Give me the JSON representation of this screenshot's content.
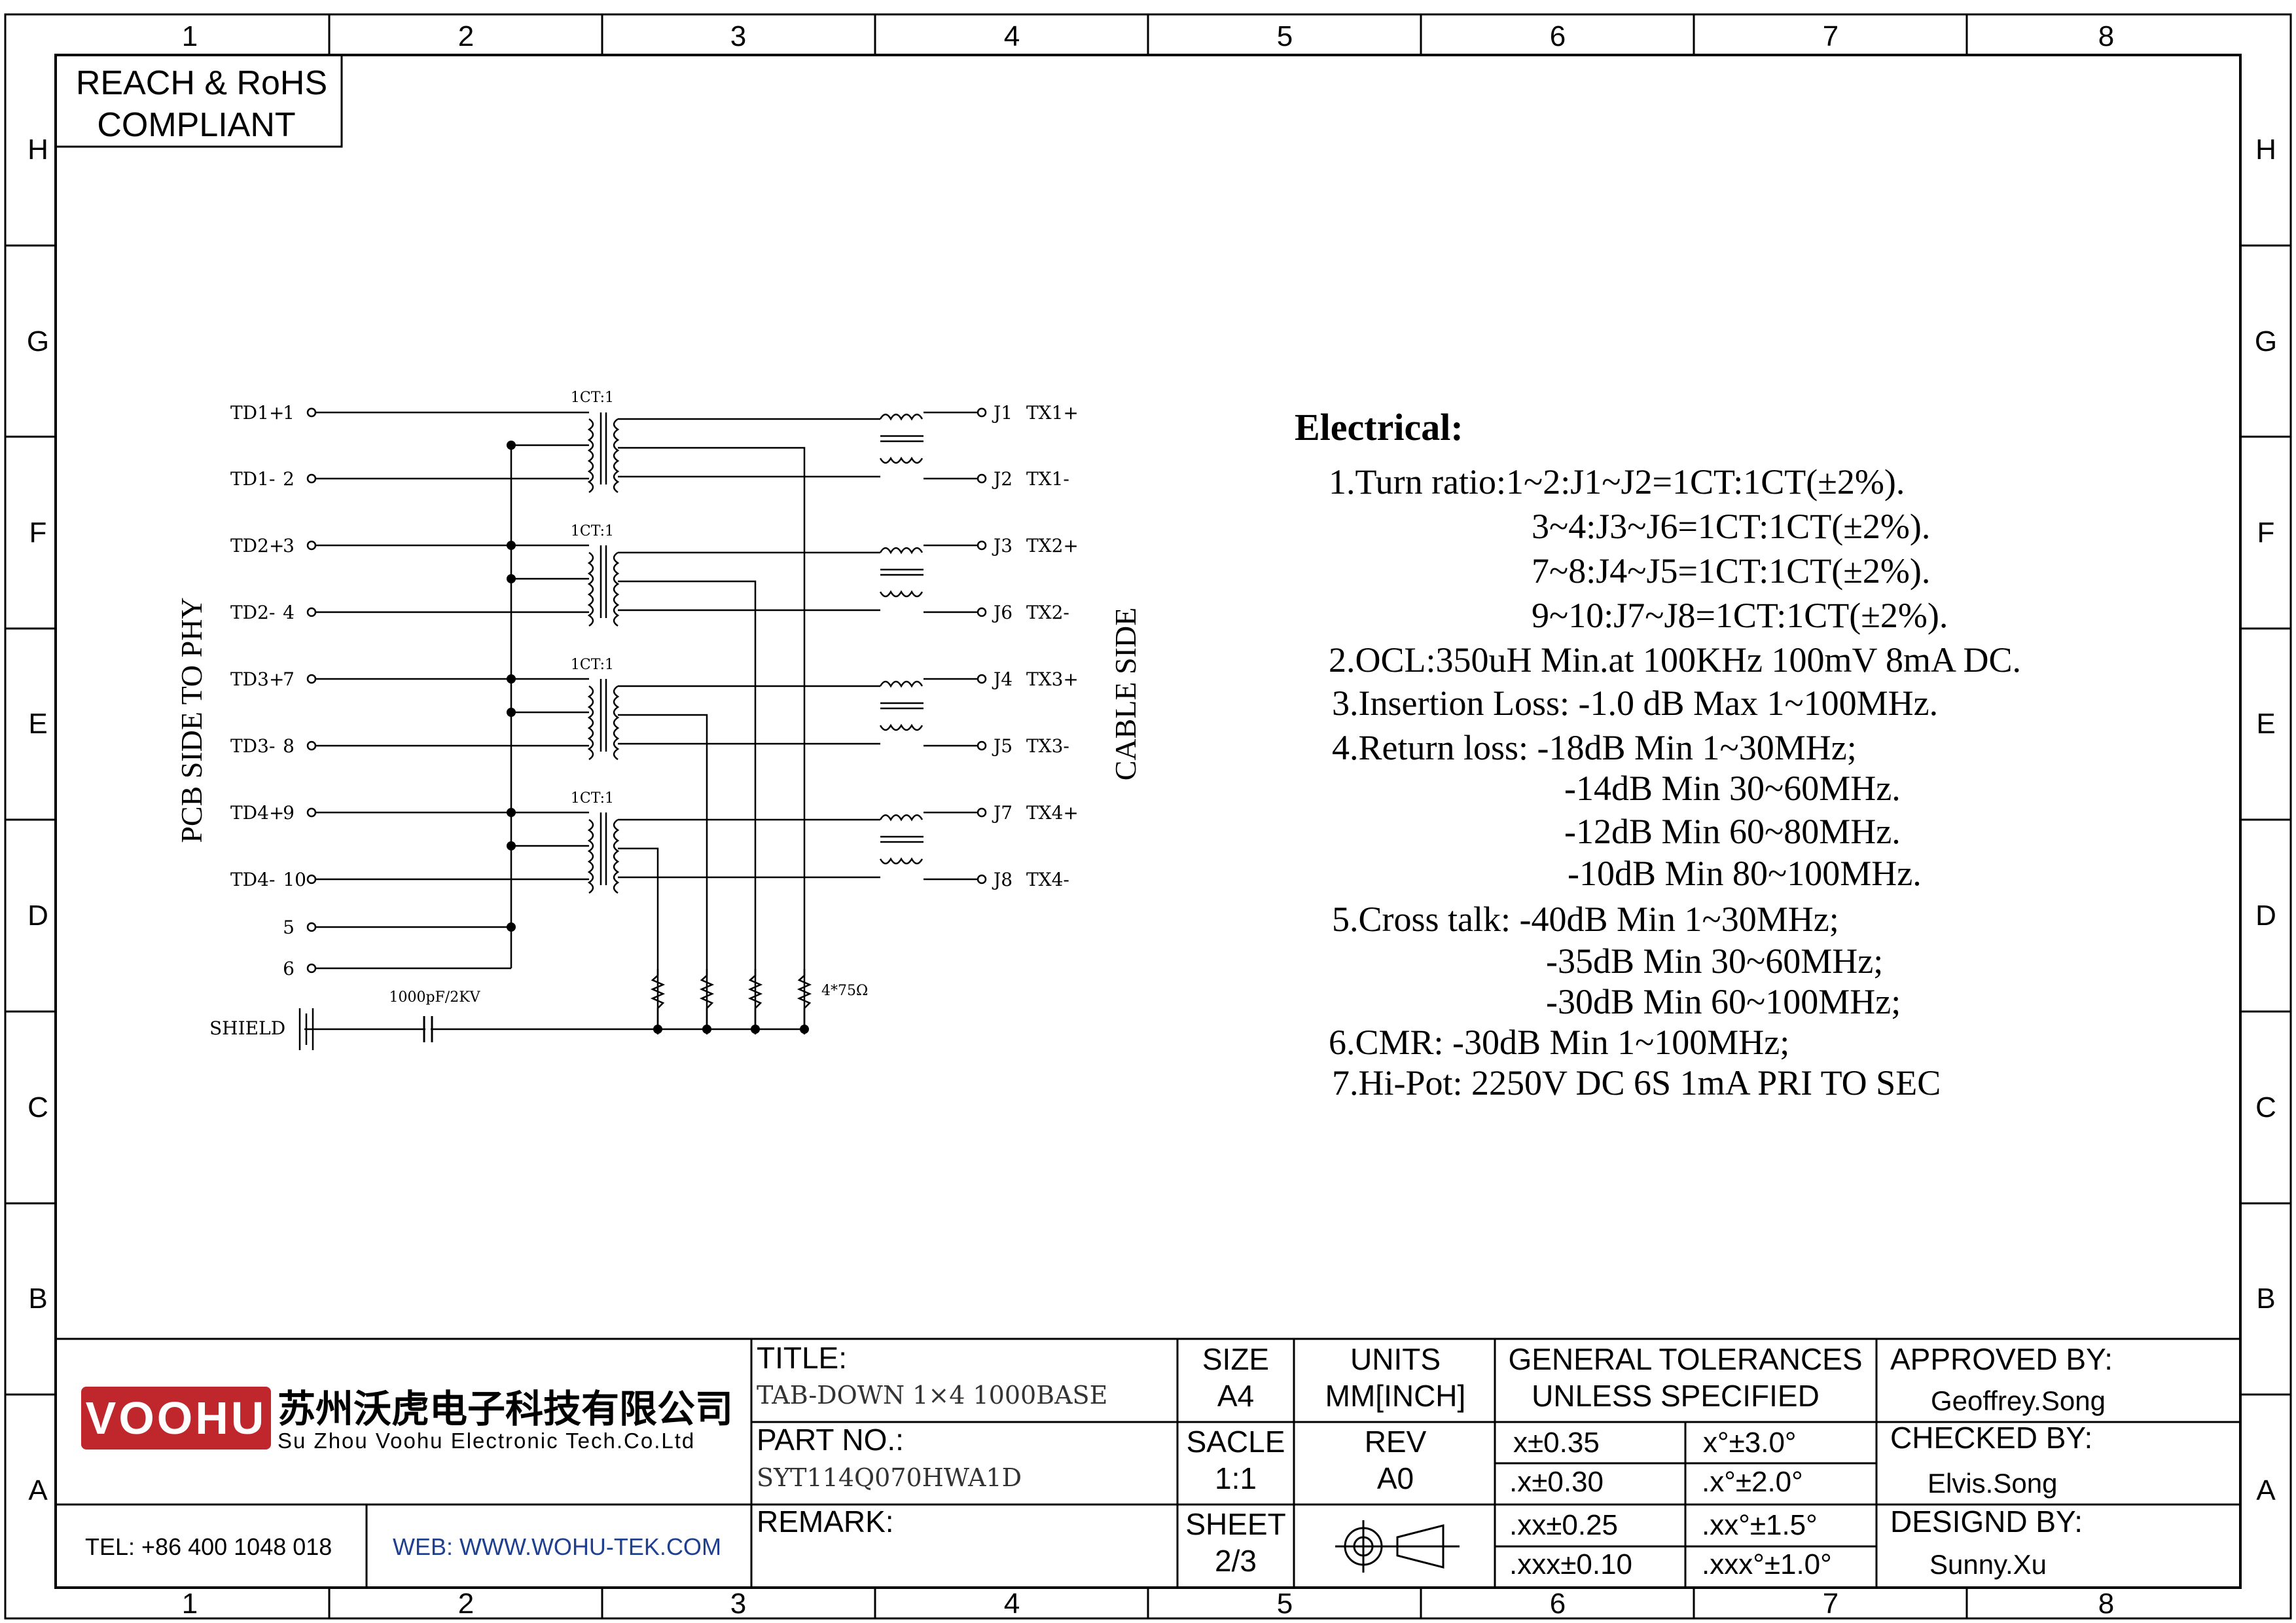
{
  "zones": {
    "columns": [
      "1",
      "2",
      "3",
      "4",
      "5",
      "6",
      "7",
      "8"
    ],
    "rows": [
      "H",
      "G",
      "F",
      "E",
      "D",
      "C",
      "B",
      "A"
    ]
  },
  "compliance": {
    "line1": "REACH & RoHS",
    "line2": "COMPLIANT"
  },
  "schematic": {
    "left_side_label": "PCB SIDE TO PHY",
    "right_side_label": "CABLE SIDE",
    "transformer_ratio": "1CT:1",
    "left_pins": [
      {
        "name": "TD1+",
        "num": "1"
      },
      {
        "name": "TD1-",
        "num": "2"
      },
      {
        "name": "TD2+",
        "num": "3"
      },
      {
        "name": "TD2-",
        "num": "4"
      },
      {
        "name": "TD3+",
        "num": "7"
      },
      {
        "name": "TD3-",
        "num": "8"
      },
      {
        "name": "TD4+",
        "num": "9"
      },
      {
        "name": "TD4-",
        "num": "10"
      }
    ],
    "extra_pins": [
      "5",
      "6"
    ],
    "right_pins": [
      {
        "num": "J1",
        "name": "TX1+"
      },
      {
        "num": "J2",
        "name": "TX1-"
      },
      {
        "num": "J3",
        "name": "TX2+"
      },
      {
        "num": "J6",
        "name": "TX2-"
      },
      {
        "num": "J4",
        "name": "TX3+"
      },
      {
        "num": "J5",
        "name": "TX3-"
      },
      {
        "num": "J7",
        "name": "TX4+"
      },
      {
        "num": "J8",
        "name": "TX4-"
      }
    ],
    "shield_label": "SHIELD",
    "capacitor_label": "1000pF/2KV",
    "resistor_label": "4*75Ω"
  },
  "electrical": {
    "heading": "Electrical:",
    "lines": [
      "1.Turn ratio:1~2:J1~J2=1CT:1CT(±2%).",
      "3~4:J3~J6=1CT:1CT(±2%).",
      "7~8:J4~J5=1CT:1CT(±2%).",
      "9~10:J7~J8=1CT:1CT(±2%).",
      "2.OCL:350uH Min.at 100KHz 100mV 8mA DC.",
      "3.Insertion Loss: -1.0 dB Max 1~100MHz.",
      "4.Return loss: -18dB Min 1~30MHz;",
      "-14dB Min 30~60MHz.",
      "-12dB Min 60~80MHz.",
      "-10dB Min 80~100MHz.",
      "5.Cross talk: -40dB Min 1~30MHz;",
      "-35dB Min 30~60MHz;",
      "-30dB Min 60~100MHz;",
      "6.CMR: -30dB Min 1~100MHz;",
      "7.Hi-Pot: 2250V DC 6S 1mA PRI TO SEC"
    ]
  },
  "title_block": {
    "logo_text": "VOOHU",
    "company_cn": "苏州沃虎电子科技有限公司",
    "company_en": "Su Zhou Voohu Electronic Tech.Co.Ltd",
    "tel": "TEL: +86 400 1048 018",
    "web": "WEB: WWW.WOHU-TEK.COM",
    "title_label": "TITLE:",
    "title_value": "TAB-DOWN 1×4 1000BASE",
    "part_label": "PART NO.:",
    "part_value": "SYT114Q070HWA1D",
    "remark_label": "REMARK:",
    "size_label": "SIZE",
    "size_value": "A4",
    "units_label": "UNITS",
    "units_value": "MM[INCH]",
    "scale_label": "SACLE",
    "scale_value": "1:1",
    "rev_label": "REV",
    "rev_value": "A0",
    "sheet_label": "SHEET",
    "sheet_value": "2/3",
    "tolerance_heading1": "GENERAL TOLERANCES",
    "tolerance_heading2": "UNLESS SPECIFIED",
    "tolerances": [
      [
        "x±0.35",
        "x°±3.0°"
      ],
      [
        ".x±0.30",
        ".x°±2.0°"
      ],
      [
        ".xx±0.25",
        ".xx°±1.5°"
      ],
      [
        ".xxx±0.10",
        ".xxx°±1.0°"
      ]
    ],
    "approved_label": "APPROVED BY:",
    "approved_value": "Geoffrey.Song",
    "checked_label": "CHECKED BY:",
    "checked_value": "Elvis.Song",
    "designed_label": "DESIGND BY:",
    "designed_value": "Sunny.Xu"
  }
}
